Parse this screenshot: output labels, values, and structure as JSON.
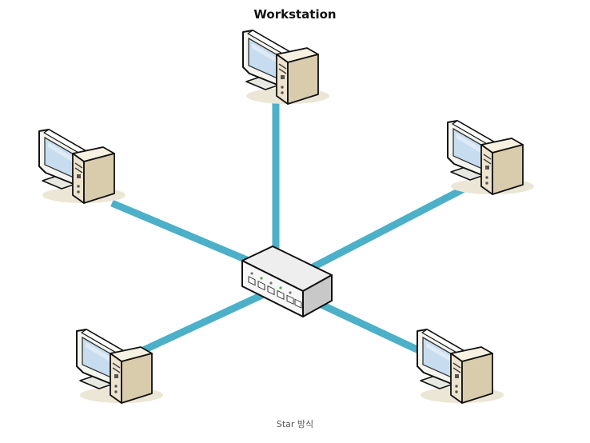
{
  "diagram": {
    "title": "Workstation",
    "caption": "Star 방식"
  },
  "colors": {
    "cable": "#4BB0C8",
    "monitor_body": "#F5F5F0",
    "screen": "#C7DDEF",
    "case_body": "#EDE4CF",
    "case_side": "#D9CCAD",
    "hub_top": "#EEEEEE",
    "hub_front": "#F7F7F7",
    "hub_side": "#C8C8C8",
    "shadow": "#ECE6D6",
    "outline": "#111111"
  },
  "nodes": [
    {
      "id": "workstation-top"
    },
    {
      "id": "workstation-upper-left"
    },
    {
      "id": "workstation-upper-right"
    },
    {
      "id": "workstation-lower-left"
    },
    {
      "id": "workstation-lower-right"
    }
  ]
}
